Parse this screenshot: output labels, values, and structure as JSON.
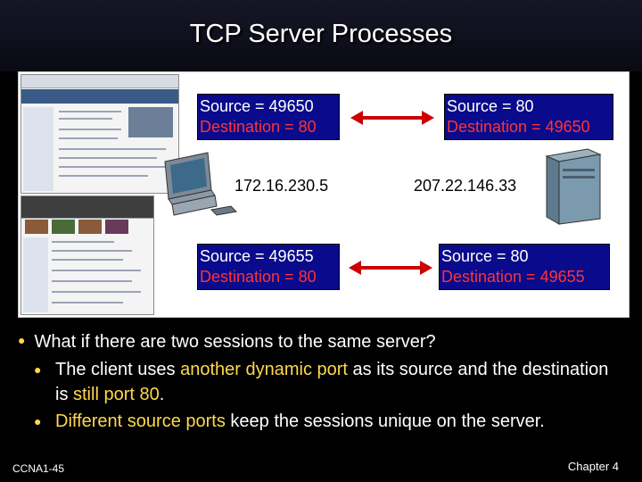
{
  "title": "TCP Server Processes",
  "session1": {
    "client": {
      "source": "Source = 49650",
      "destination": "Destination = 80"
    },
    "server": {
      "source": "Source = 80",
      "destination": "Destination = 49650"
    }
  },
  "session2": {
    "client": {
      "source": "Source = 49655",
      "destination": "Destination = 80"
    },
    "server": {
      "source": "Source = 80",
      "destination": "Destination = 49655"
    }
  },
  "client_ip": "172.16.230.5",
  "server_ip": "207.22.146.33",
  "bullets": {
    "q": "What if there are two sessions to the same server?",
    "b1_pre": "The client uses ",
    "b1_hl1": "another dynamic port",
    "b1_mid": " as its source and the destination is ",
    "b1_hl2": "still port 80",
    "b1_post": ".",
    "b2_hl": "Different source ports",
    "b2_post": " keep the sessions unique on the server."
  },
  "footer": {
    "left": "CCNA1-45",
    "right": "Chapter 4"
  },
  "colors": {
    "box_bg": "#0a0a8c",
    "destination_text": "#ff3333",
    "highlight": "#ffd84a"
  },
  "icons": [
    "desktop-computer-icon",
    "server-tower-icon",
    "double-arrow-icon"
  ]
}
